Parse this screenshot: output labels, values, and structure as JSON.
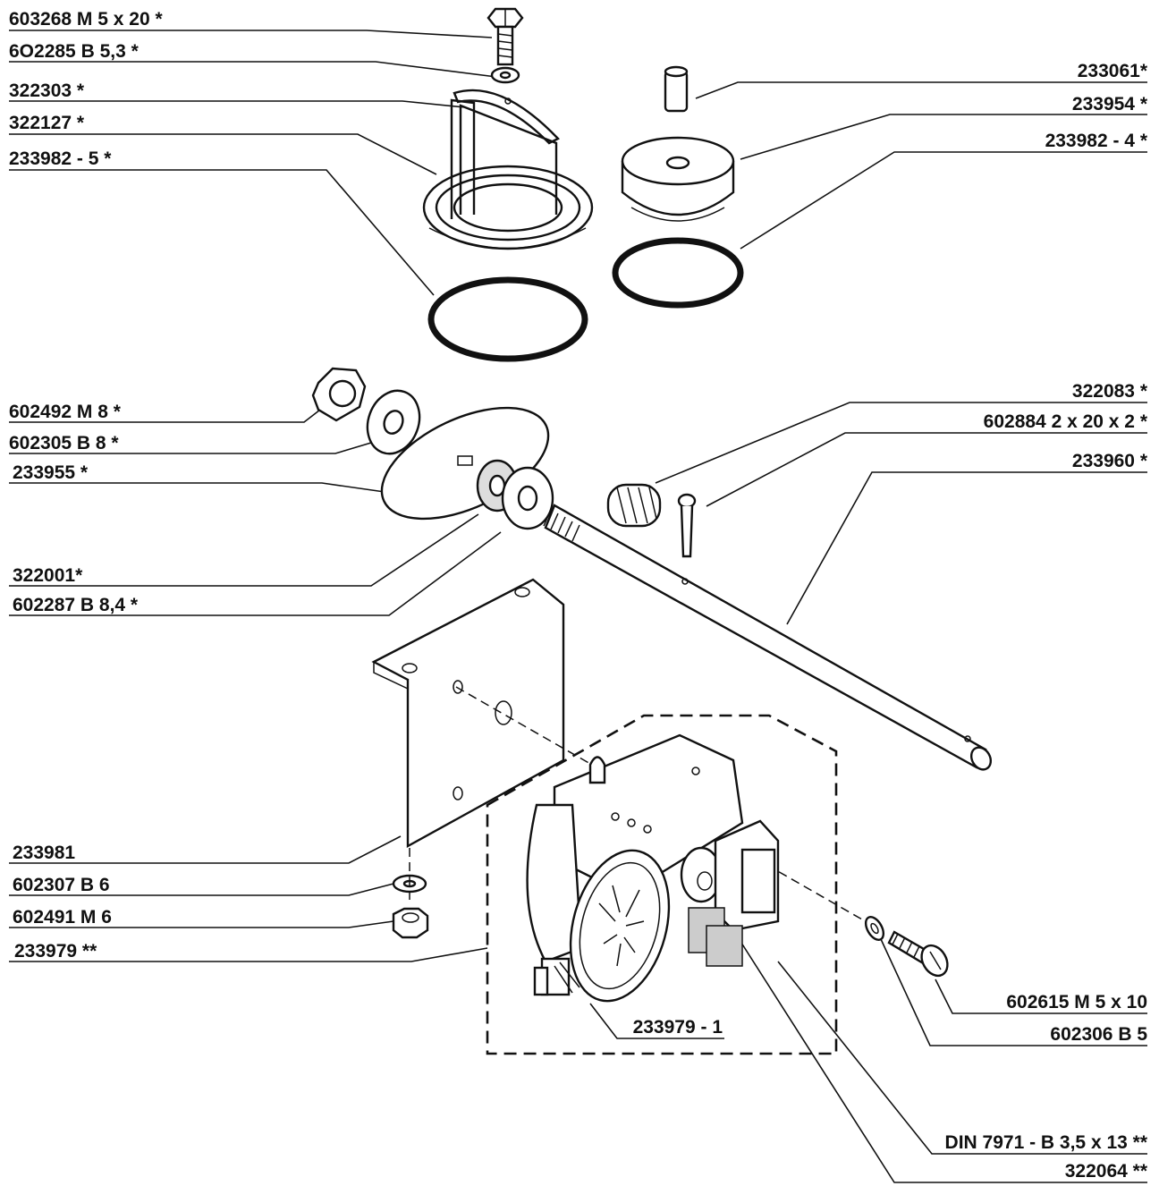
{
  "labels": {
    "l603268": "603268 M 5 x 20 *",
    "l602285": "6O2285 B 5,3 *",
    "l322303": "322303 *",
    "l322127": "322127 *",
    "l233982_5": "233982 - 5 *",
    "l233061": "233061*",
    "l233954": "233954 *",
    "l233982_4": "233982 - 4 *",
    "l602492": "602492 M 8 *",
    "l602305": "602305 B 8 *",
    "l233955": "233955 *",
    "l322083": "322083 *",
    "l602884": "602884 2 x 20 x 2 *",
    "l233960": "233960 *",
    "l322001": "322001*",
    "l602287": "602287 B 8,4 *",
    "l233981": "233981",
    "l602307": "602307 B 6",
    "l602491": "602491 M 6",
    "l233979": "233979 **",
    "l233979_1": "233979 - 1",
    "l602615": "602615 M 5 x 10",
    "l602306": "602306 B 5",
    "lDIN7971": "DIN 7971 - B 3,5 x 13 **",
    "l322064": "322064 **"
  }
}
